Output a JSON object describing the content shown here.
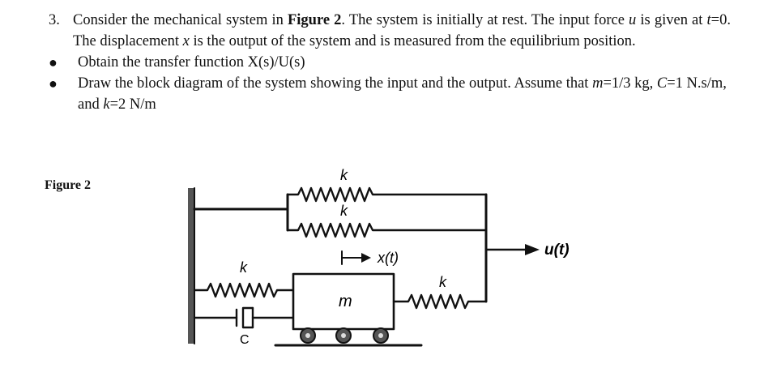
{
  "problem": {
    "number": "3.",
    "intro_parts": [
      "Consider the mechanical system in ",
      "Figure 2",
      ". The system is initially at rest. The input force ",
      "u",
      " is given at ",
      "t",
      "=0. The displacement ",
      "x",
      " is the output of the system and is measured from the equilibrium position."
    ],
    "bullets": [
      {
        "text": "Obtain the transfer function X(s)/U(s)"
      },
      {
        "text_parts": [
          "Draw the block diagram of the system showing the input and the output. Assume that ",
          "m",
          "=1/3 kg, ",
          "C",
          "=1 N.s/m, and ",
          "k",
          "=2 N/m"
        ]
      }
    ]
  },
  "figure": {
    "caption": "Figure 2",
    "labels": {
      "k_top1": "k",
      "k_top2": "k",
      "k_left": "k",
      "k_right": "k",
      "damper": "C",
      "mass": "m",
      "displacement": "x(t)",
      "input": "u(t)"
    }
  }
}
